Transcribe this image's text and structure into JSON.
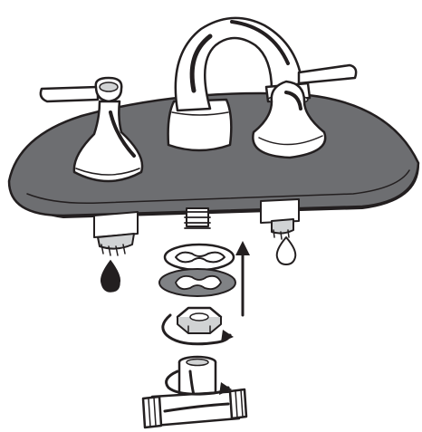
{
  "figure": {
    "parts": [
      "deck-plate",
      "spout",
      "left-handle",
      "right-handle",
      "center-shank",
      "left-valve-shank",
      "right-valve-shank",
      "hot-water-drop",
      "cold-water-drop",
      "mounting-plate",
      "rubber-gasket",
      "hex-nut",
      "tee-connector"
    ],
    "icons": {
      "upward-arrow": "up-arrow-icon",
      "nut-rotation": "clockwise-arrow-icon",
      "tee-rotation": "clockwise-arrow-icon",
      "hot-indicator": "filled-water-drop-icon",
      "cold-indicator": "outline-water-drop-icon"
    },
    "colors": {
      "line": "#231f20",
      "deck": "#6d6e71",
      "deck-edge": "#58595b",
      "metal": "#ffffff",
      "metal-shade": "#d1d3d4",
      "gasket": "#808285",
      "drop-fill": "#231f20"
    }
  }
}
